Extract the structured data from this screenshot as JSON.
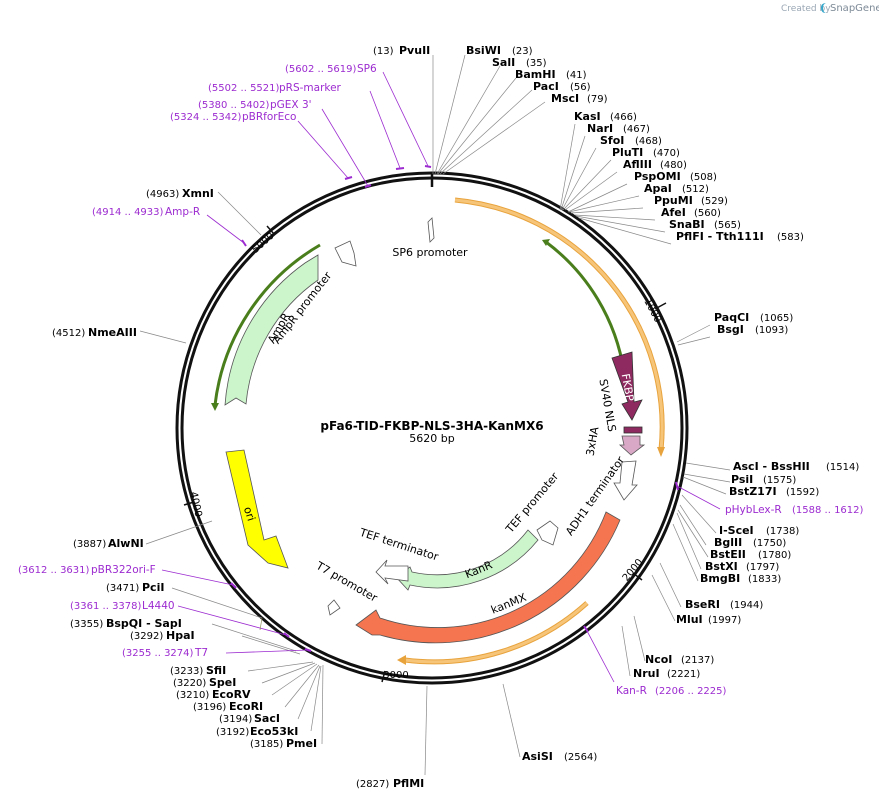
{
  "header": {
    "created_by": "Created by",
    "brand": "SnapGene"
  },
  "plasmid": {
    "name": "pFa6-TID-FKBP-NLS-3HA-KanMX6",
    "size": "5620 bp",
    "length": 5620
  },
  "ticks": [
    "1000",
    "2000",
    "3000",
    "4000",
    "5000"
  ],
  "colors": {
    "primer": "#9c2bd0",
    "orange_arrow": "#f7c57a",
    "green_arrow": "#ccf5cc",
    "fkbp": "#8e2a5f",
    "nls": "#8e2a5f",
    "ha": "#d8a8c6",
    "kanmx": "#f47550",
    "ori": "#ffff00"
  },
  "sites": [
    {
      "name": "PvuII",
      "pos": "(13)"
    },
    {
      "name": "BsiWI",
      "pos": "(23)"
    },
    {
      "name": "SalI",
      "pos": "(35)"
    },
    {
      "name": "BamHI",
      "pos": "(41)"
    },
    {
      "name": "PacI",
      "pos": "(56)"
    },
    {
      "name": "MscI",
      "pos": "(79)"
    },
    {
      "name": "KasI",
      "pos": "(466)"
    },
    {
      "name": "NarI",
      "pos": "(467)"
    },
    {
      "name": "SfoI",
      "pos": "(468)"
    },
    {
      "name": "PluTI",
      "pos": "(470)"
    },
    {
      "name": "AflIII",
      "pos": "(480)"
    },
    {
      "name": "PspOMI",
      "pos": "(508)"
    },
    {
      "name": "ApaI",
      "pos": "(512)"
    },
    {
      "name": "PpuMI",
      "pos": "(529)"
    },
    {
      "name": "AfeI",
      "pos": "(560)"
    },
    {
      "name": "SnaBI",
      "pos": "(565)"
    },
    {
      "name": "PflFI - Tth111I",
      "pos": "(583)"
    },
    {
      "name": "PaqCI",
      "pos": "(1065)"
    },
    {
      "name": "BsgI",
      "pos": "(1093)"
    },
    {
      "name": "AscI - BssHII",
      "pos": "(1514)"
    },
    {
      "name": "PsiI",
      "pos": "(1575)"
    },
    {
      "name": "BstZ17I",
      "pos": "(1592)"
    },
    {
      "name": "I-SceI",
      "pos": "(1738)"
    },
    {
      "name": "BglII",
      "pos": "(1750)"
    },
    {
      "name": "BstEII",
      "pos": "(1780)"
    },
    {
      "name": "BstXI",
      "pos": "(1797)"
    },
    {
      "name": "BmgBI",
      "pos": "(1833)"
    },
    {
      "name": "BseRI",
      "pos": "(1944)"
    },
    {
      "name": "MluI",
      "pos": "(1997)"
    },
    {
      "name": "NcoI",
      "pos": "(2137)"
    },
    {
      "name": "NruI",
      "pos": "(2221)"
    },
    {
      "name": "AsiSI",
      "pos": "(2564)"
    },
    {
      "name": "PflMI",
      "pos": "(2827)"
    },
    {
      "name": "PmeI",
      "pos": "(3185)"
    },
    {
      "name": "Eco53kI",
      "pos": "(3192)"
    },
    {
      "name": "SacI",
      "pos": "(3194)"
    },
    {
      "name": "EcoRI",
      "pos": "(3196)"
    },
    {
      "name": "EcoRV",
      "pos": "(3210)"
    },
    {
      "name": "SpeI",
      "pos": "(3220)"
    },
    {
      "name": "SfiI",
      "pos": "(3233)"
    },
    {
      "name": "HpaI",
      "pos": "(3292)"
    },
    {
      "name": "BspQI - SapI",
      "pos": "(3355)"
    },
    {
      "name": "PciI",
      "pos": "(3471)"
    },
    {
      "name": "AlwNI",
      "pos": "(3887)"
    },
    {
      "name": "NmeAIII",
      "pos": "(4512)"
    },
    {
      "name": "XmnI",
      "pos": "(4963)"
    }
  ],
  "primers": [
    {
      "name": "SP6",
      "range": "(5602 .. 5619)"
    },
    {
      "name": "pRS-marker",
      "range": "(5502 .. 5521)"
    },
    {
      "name": "pGEX 3'",
      "range": "(5380 .. 5402)"
    },
    {
      "name": "pBRforEco",
      "range": "(5324 .. 5342)"
    },
    {
      "name": "Amp-R",
      "range": "(4914 .. 4933)"
    },
    {
      "name": "pHybLex-R",
      "range": "(1588 .. 1612)"
    },
    {
      "name": "Kan-R",
      "range": "(2206 .. 2225)"
    },
    {
      "name": "pBR322ori-F",
      "range": "(3612 .. 3631)"
    },
    {
      "name": "L4440",
      "range": "(3361 .. 3378)"
    },
    {
      "name": "T7",
      "range": "(3255 .. 3274)"
    }
  ],
  "features": {
    "sp6_promoter": "SP6 promoter",
    "ampr_promoter": "AmpR promoter",
    "ampr": "AmpR",
    "ori": "ori",
    "fkbp": "FKBP",
    "sv40_nls": "SV40 NLS",
    "ha": "3xHA",
    "adh1_terminator": "ADH1 terminator",
    "tef_promoter": "TEF promoter",
    "tef_terminator": "TEF terminator",
    "kanr": "KanR",
    "kanmx": "kanMX",
    "t7_promoter": "T7 promoter"
  }
}
